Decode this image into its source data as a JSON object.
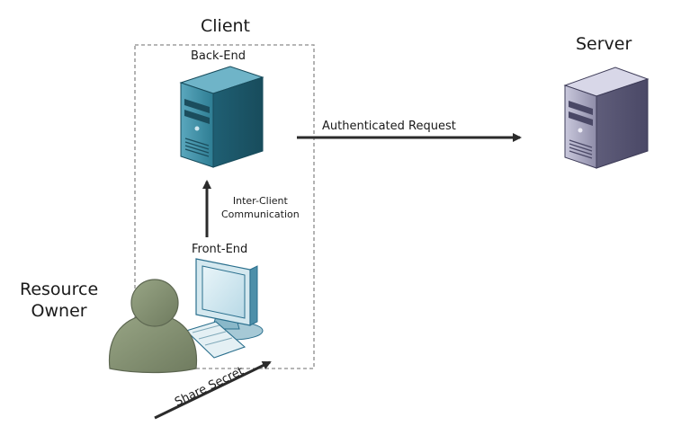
{
  "client": {
    "title": "Client",
    "backend_label": "Back-End",
    "frontend_label": "Front-End",
    "inter_client_label_line1": "Inter-Client",
    "inter_client_label_line2": "Communication"
  },
  "server": {
    "title": "Server"
  },
  "resource_owner": {
    "label_line1": "Resource",
    "label_line2": "Owner"
  },
  "edges": {
    "authenticated_request": "Authenticated Request",
    "share_secret": "Share Secret"
  },
  "colors": {
    "backend_server": "#2f7d93",
    "server": "#6f6d8c",
    "monitor_outline": "#2a6f8d",
    "person": "#7e8a6d",
    "arrow": "#2b2b2b",
    "dashed_border": "#8a8a8a"
  }
}
